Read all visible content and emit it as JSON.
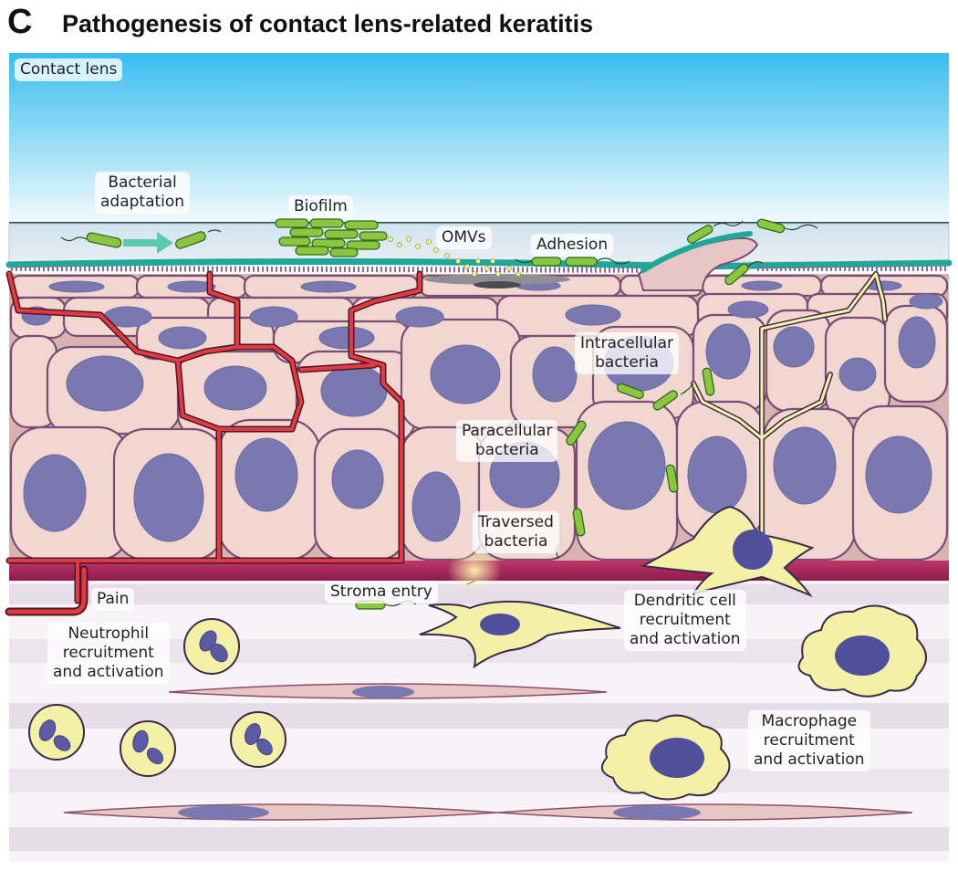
{
  "panel": {
    "letter": "C",
    "title": "Pathogenesis of contact lens-related keratitis"
  },
  "labels": {
    "contact_lens": "Contact lens",
    "bacterial_adaptation_1": "Bacterial",
    "bacterial_adaptation_2": "adaptation",
    "biofilm": "Biofilm",
    "omvs": "OMVs",
    "adhesion": "Adhesion",
    "intracellular_1": "Intracellular",
    "intracellular_2": "bacteria",
    "paracellular_1": "Paracellular",
    "paracellular_2": "bacteria",
    "traversed_1": "Traversed",
    "traversed_2": "bacteria",
    "stroma_entry": "Stroma entry",
    "pain": "Pain",
    "neutrophil_1": "Neutrophil",
    "neutrophil_2": "recruitment",
    "neutrophil_3": "and activation",
    "dendritic_1": "Dendritic cell",
    "dendritic_2": "recruitment",
    "dendritic_3": "and activation",
    "macrophage_1": "Macrophage",
    "macrophage_2": "recruitment",
    "macrophage_3": "and activation"
  },
  "colors": {
    "lens_top": "#37bdf0",
    "lens_bottom": "#eaf6fb",
    "cell_fill": "#f2d6d0",
    "cell_outline": "#7a4d76",
    "nucleus": "#7a78b0",
    "nerve": "#e23a42",
    "bacteria": "#8cc63f",
    "glycocalyx": "#1fa89a",
    "basement": "#9c2060",
    "immune_cell": "#f4f0a6",
    "stroma_band": "#e6dde6"
  }
}
